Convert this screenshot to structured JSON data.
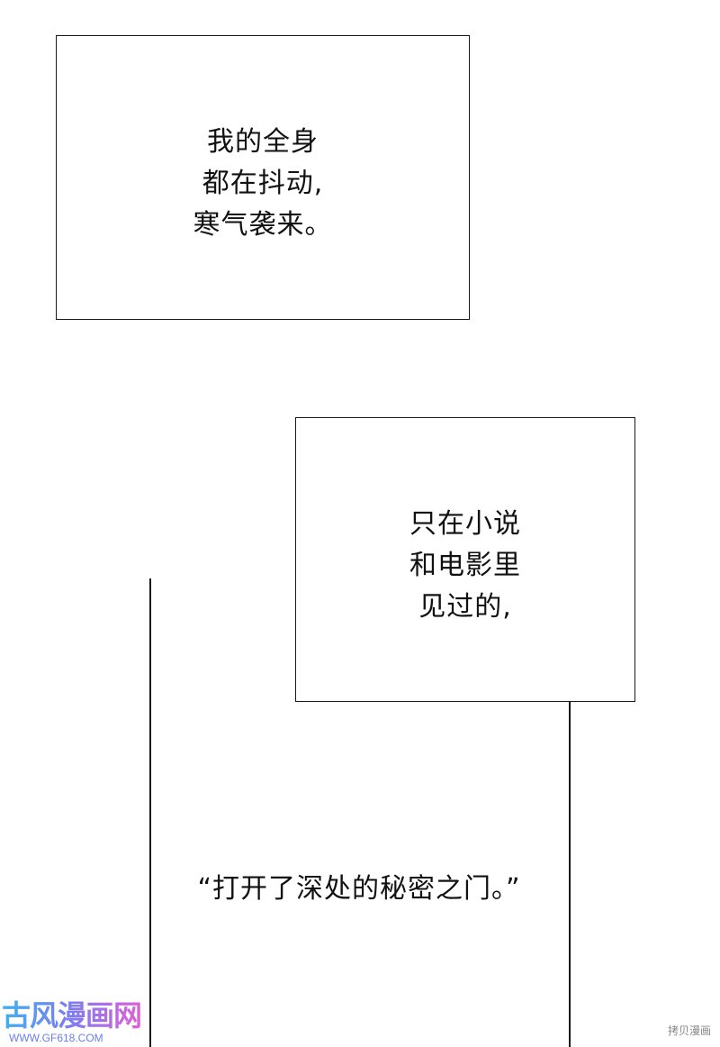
{
  "panels": {
    "panel1": {
      "lines": [
        "我的全身",
        "都在抖动,",
        "寒气袭来。"
      ]
    },
    "panel2": {
      "lines": [
        "只在小说",
        "和电影里",
        "见过的,"
      ]
    },
    "dialogue": "“打开了深处的秘密之门。”"
  },
  "watermarks": {
    "logo_text": "古风漫画网",
    "url": "WWW.GF618.COM",
    "corner": "拷贝漫画"
  },
  "colors": {
    "background": "#ffffff",
    "text": "#111111",
    "border": "#1a1a1a"
  }
}
